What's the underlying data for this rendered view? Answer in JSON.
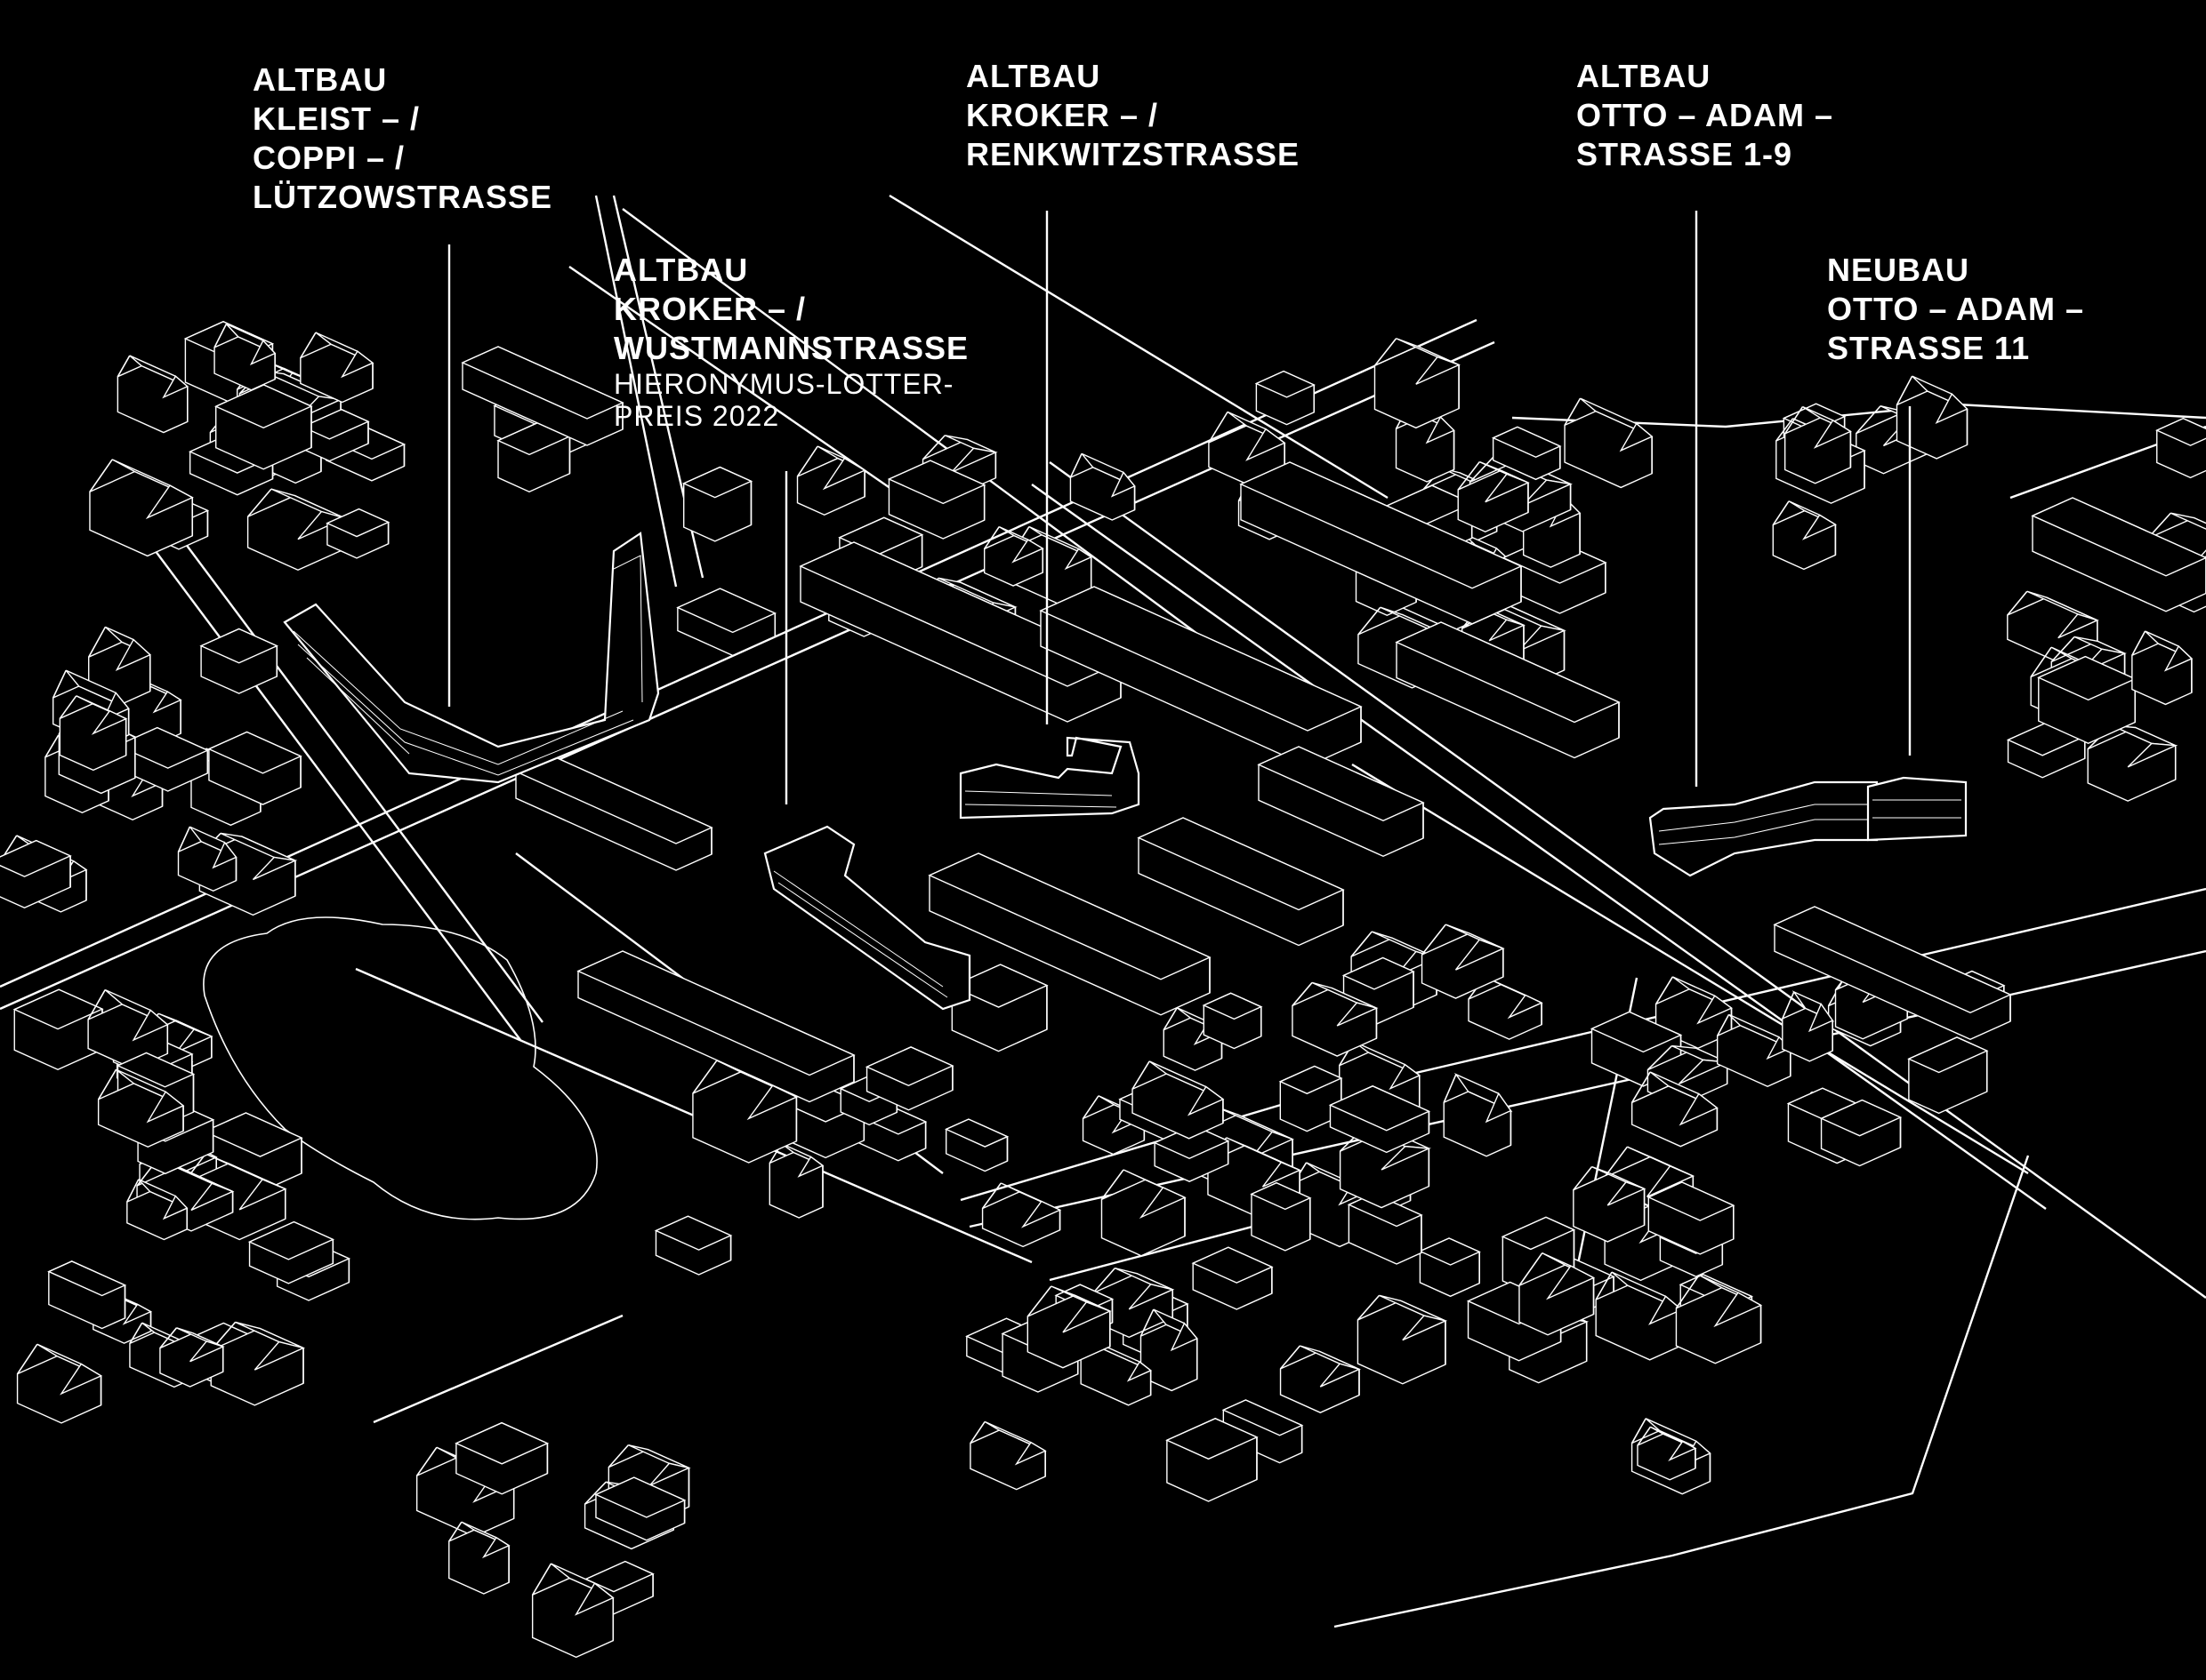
{
  "labels": [
    {
      "id": "kleist",
      "lines": [
        "ALTBAU",
        "KLEIST – /",
        "COPPI – /",
        "LÜTZOWSTRASSE"
      ],
      "sub": []
    },
    {
      "id": "wustmann",
      "lines": [
        "ALTBAU",
        "KROKER – /",
        "WUSTMANNSTRASSE"
      ],
      "sub": [
        "HIERONYMUS-LOTTER-",
        "PREIS 2022"
      ]
    },
    {
      "id": "renkwitz",
      "lines": [
        "ALTBAU",
        "KROKER – /",
        "RENKWITZSTRASSE"
      ],
      "sub": []
    },
    {
      "id": "otto-adam-altbau",
      "lines": [
        "ALTBAU",
        "OTTO – ADAM –",
        "STRASSE 1-9"
      ],
      "sub": []
    },
    {
      "id": "otto-adam-neubau",
      "lines": [
        "NEUBAU",
        "OTTO – ADAM –",
        "STRASSE 11"
      ],
      "sub": []
    }
  ],
  "colors": {
    "background": "#000000",
    "line": "#ffffff"
  }
}
